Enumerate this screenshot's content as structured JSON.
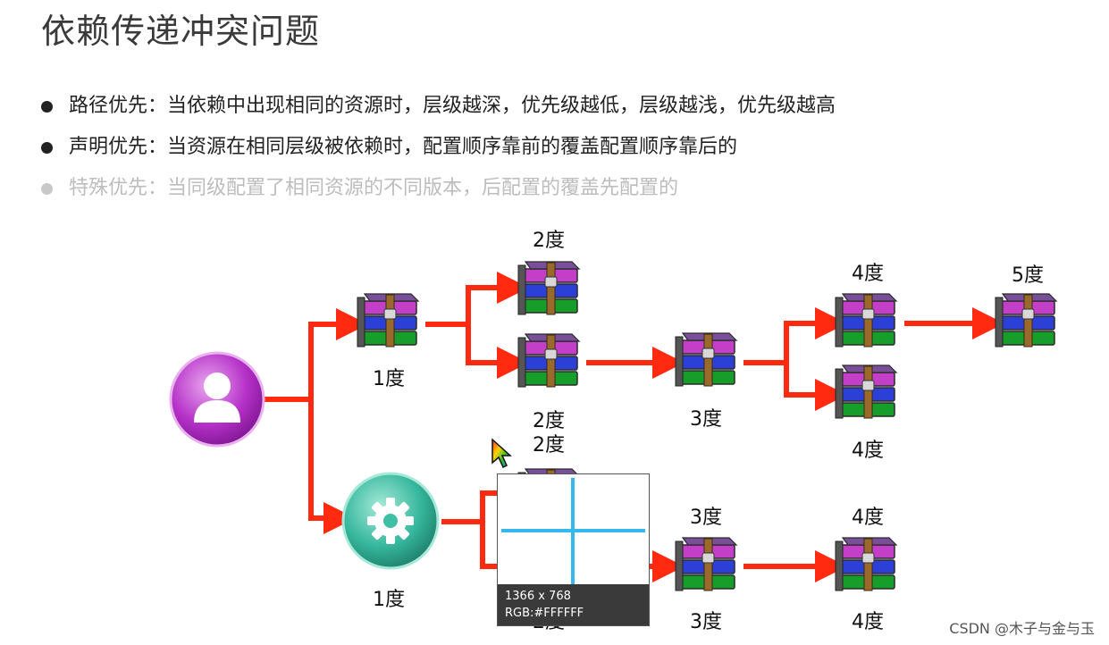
{
  "title": "依赖传递冲突问题",
  "bullets": [
    {
      "text": "路径优先：当依赖中出现相同的资源时，层级越深，优先级越低，层级越浅，优先级越高",
      "dim": false
    },
    {
      "text": "声明优先：当资源在相同层级被依赖时，配置顺序靠前的覆盖配置顺序靠后的",
      "dim": false
    },
    {
      "text": "特殊优先：当同级配置了相同资源的不同版本，后配置的覆盖先配置的",
      "dim": true
    }
  ],
  "diagram": {
    "labels": {
      "top_1": "1度",
      "top_2a": "2度",
      "top_2b": "2度",
      "top_3": "3度",
      "top_4a": "4度",
      "top_4b": "4度",
      "top_5": "5度",
      "bot_1": "1度",
      "bot_2a": "2度",
      "bot_2b": "2度",
      "bot_3a": "3度",
      "bot_3b": "3度",
      "bot_4a": "4度",
      "bot_4b": "4度"
    },
    "icons": {
      "root": "user-icon",
      "module": "gear-icon",
      "package": "archive-icon"
    },
    "colors": {
      "arrow": "#ff2a10",
      "user_circle": "#c93fc9",
      "gear_circle": "#3fbfa5"
    }
  },
  "magnifier": {
    "size": "1366 x 768",
    "rgb": "RGB:#FFFFFF"
  },
  "watermark": "CSDN @木子与金与玉"
}
